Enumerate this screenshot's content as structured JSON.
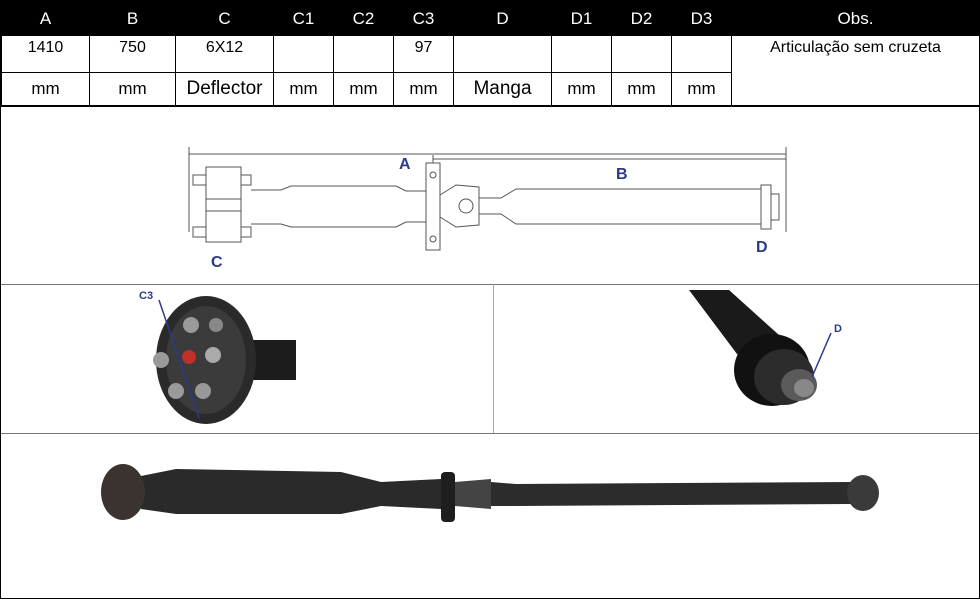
{
  "table": {
    "headers": [
      "A",
      "B",
      "C",
      "C1",
      "C2",
      "C3",
      "D",
      "D1",
      "D2",
      "D3",
      "Obs."
    ],
    "values": [
      "1410",
      "750",
      "6X12",
      "",
      "",
      "97",
      "",
      "",
      "",
      ""
    ],
    "units": [
      "mm",
      "mm",
      "Deflector",
      "mm",
      "mm",
      "mm",
      "Manga",
      "mm",
      "mm",
      "mm"
    ],
    "obs": "Articulação sem cruzeta"
  },
  "diagram": {
    "label_a": "A",
    "label_b": "B",
    "label_c": "C",
    "label_d": "D"
  },
  "photos": {
    "flex_disc_label": "C3",
    "sleeve_label": "D"
  },
  "colors": {
    "header_bg": "#000000",
    "label_blue": "#2b3a8c"
  }
}
